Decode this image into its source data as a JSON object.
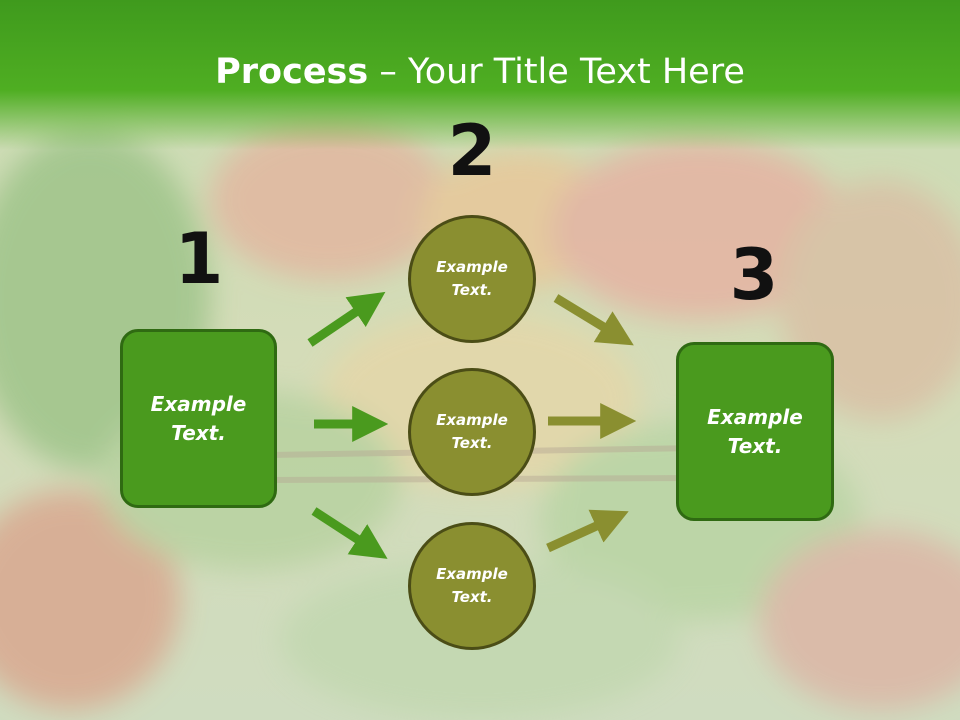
{
  "slide": {
    "title_bold": "Process",
    "title_rest": " – Your Title Text Here"
  },
  "numbers": {
    "n1": "1",
    "n2": "2",
    "n3": "3"
  },
  "left_box": {
    "text_line1": "Example",
    "text_line2": "Text."
  },
  "right_box": {
    "text_line1": "Example",
    "text_line2": "Text."
  },
  "circles": [
    {
      "line1": "Example",
      "line2": "Text."
    },
    {
      "line1": "Example",
      "line2": "Text."
    },
    {
      "line1": "Example",
      "line2": "Text."
    }
  ],
  "colors": {
    "title_bar": "#4fae22",
    "box_fill": "#4a9a1e",
    "circle_fill": "#8a8f30",
    "left_arrows": "#4a9a1e",
    "right_arrows": "#8a8f30"
  }
}
